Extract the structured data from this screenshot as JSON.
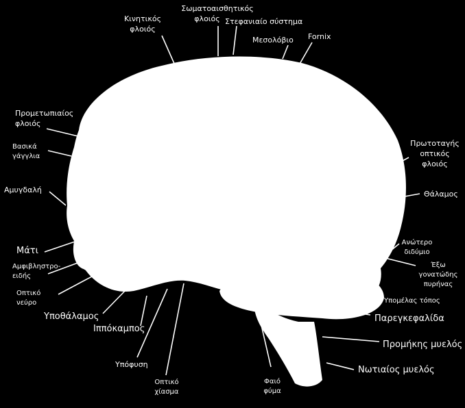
{
  "diagram": {
    "colors": {
      "background": "#000000",
      "brain": "#ffffff",
      "lines": "#ffffff",
      "text": "#ffffff"
    },
    "labels": {
      "motor_cortex": [
        "Κινητικός",
        "φλοιός"
      ],
      "somatosensory_cortex": [
        "Σωματοαισθητικός",
        "φλοιός"
      ],
      "vestibular_system": "Στεφανιαίο σύστημα",
      "parietal_lobe": "Μεσολόβιο",
      "fornix": "Fornix",
      "premotor_cortex": [
        "Προμετωπιαίος",
        "φλοιός"
      ],
      "basal_ganglia": [
        "Βασικά",
        "γάγγλια"
      ],
      "amygdala": "Αμυγδαλή",
      "eye": "Μάτι",
      "retina": [
        "Αμφιβληστρο-",
        "ειδής"
      ],
      "optic_nerve": [
        "Οπτικό",
        "νεύρο"
      ],
      "hypothalamus": "Υποθάλαμος",
      "hippocampus": "Ιππόκαμπος",
      "pituitary": "Υπόφυση",
      "optic_chiasm": [
        "Οπτικό",
        "χίασμα"
      ],
      "pineal": [
        "Φαιό",
        "φύμα"
      ],
      "primary_visual_cortex": [
        "Πρωτοταγής",
        "οπτικός",
        "φλοιός"
      ],
      "thalamus": "Θάλαμος",
      "superior_colliculus": [
        "Ανώτερο",
        "διδύμιο"
      ],
      "lateral_geniculate": [
        "Έξω",
        "γονατώδης",
        "πυρήνας"
      ],
      "subthalamic": "Υπομέλας τόπος",
      "cerebellum": "Παρεγκεφαλίδα",
      "medulla": "Προμήκης μυελός",
      "spinal_cord": "Νωτιαίος μυελός"
    }
  }
}
